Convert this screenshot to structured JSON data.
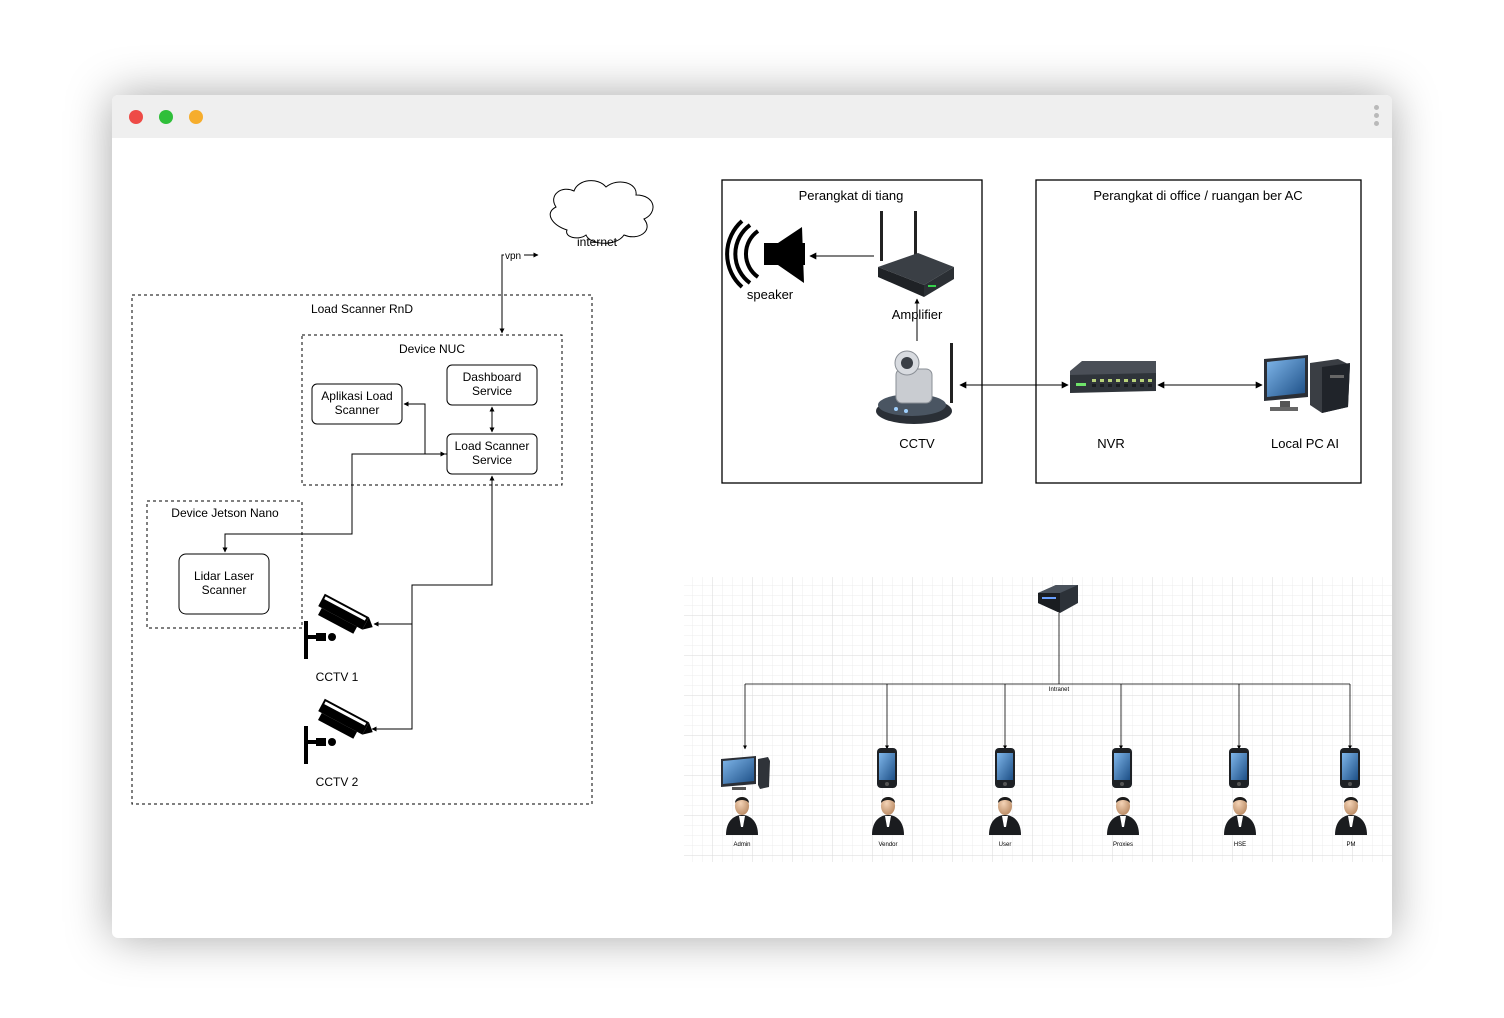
{
  "window": {
    "controls": [
      "close-dot",
      "minimize-dot",
      "zoom-dot"
    ],
    "colors": {
      "close": "#ee4b47",
      "minimize": "#2fbf3a",
      "zoom": "#f6ad2c",
      "titlebar": "#efefef"
    }
  },
  "rnd": {
    "container_label": "Load Scanner RnD",
    "nuc_label": "Device NUC",
    "jetson_label": "Device Jetson Nano",
    "internet_label": "internet",
    "vpn_label": "vpn",
    "dashboard_line1": "Dashboard",
    "dashboard_line2": "Service",
    "aplikasi_line1": "Aplikasi Load",
    "aplikasi_line2": "Scanner",
    "lss_line1": "Load Scanner",
    "lss_line2": "Service",
    "lidar_line1": "Lidar Laser",
    "lidar_line2": "Scanner",
    "cctv1_label": "CCTV 1",
    "cctv2_label": "CCTV 2"
  },
  "network": {
    "tiang_title": "Perangkat di tiang",
    "office_title": "Perangkat di office / ruangan ber AC",
    "speaker_label": "speaker",
    "amplifier_label": "Amplifier",
    "cctv_label": "CCTV",
    "nvr_label": "NVR",
    "pc_label": "Local PC AI"
  },
  "intranet": {
    "label": "Intranet",
    "users": [
      "Admin",
      "Vendor",
      "User",
      "Proxies",
      "HSE",
      "PM"
    ]
  }
}
